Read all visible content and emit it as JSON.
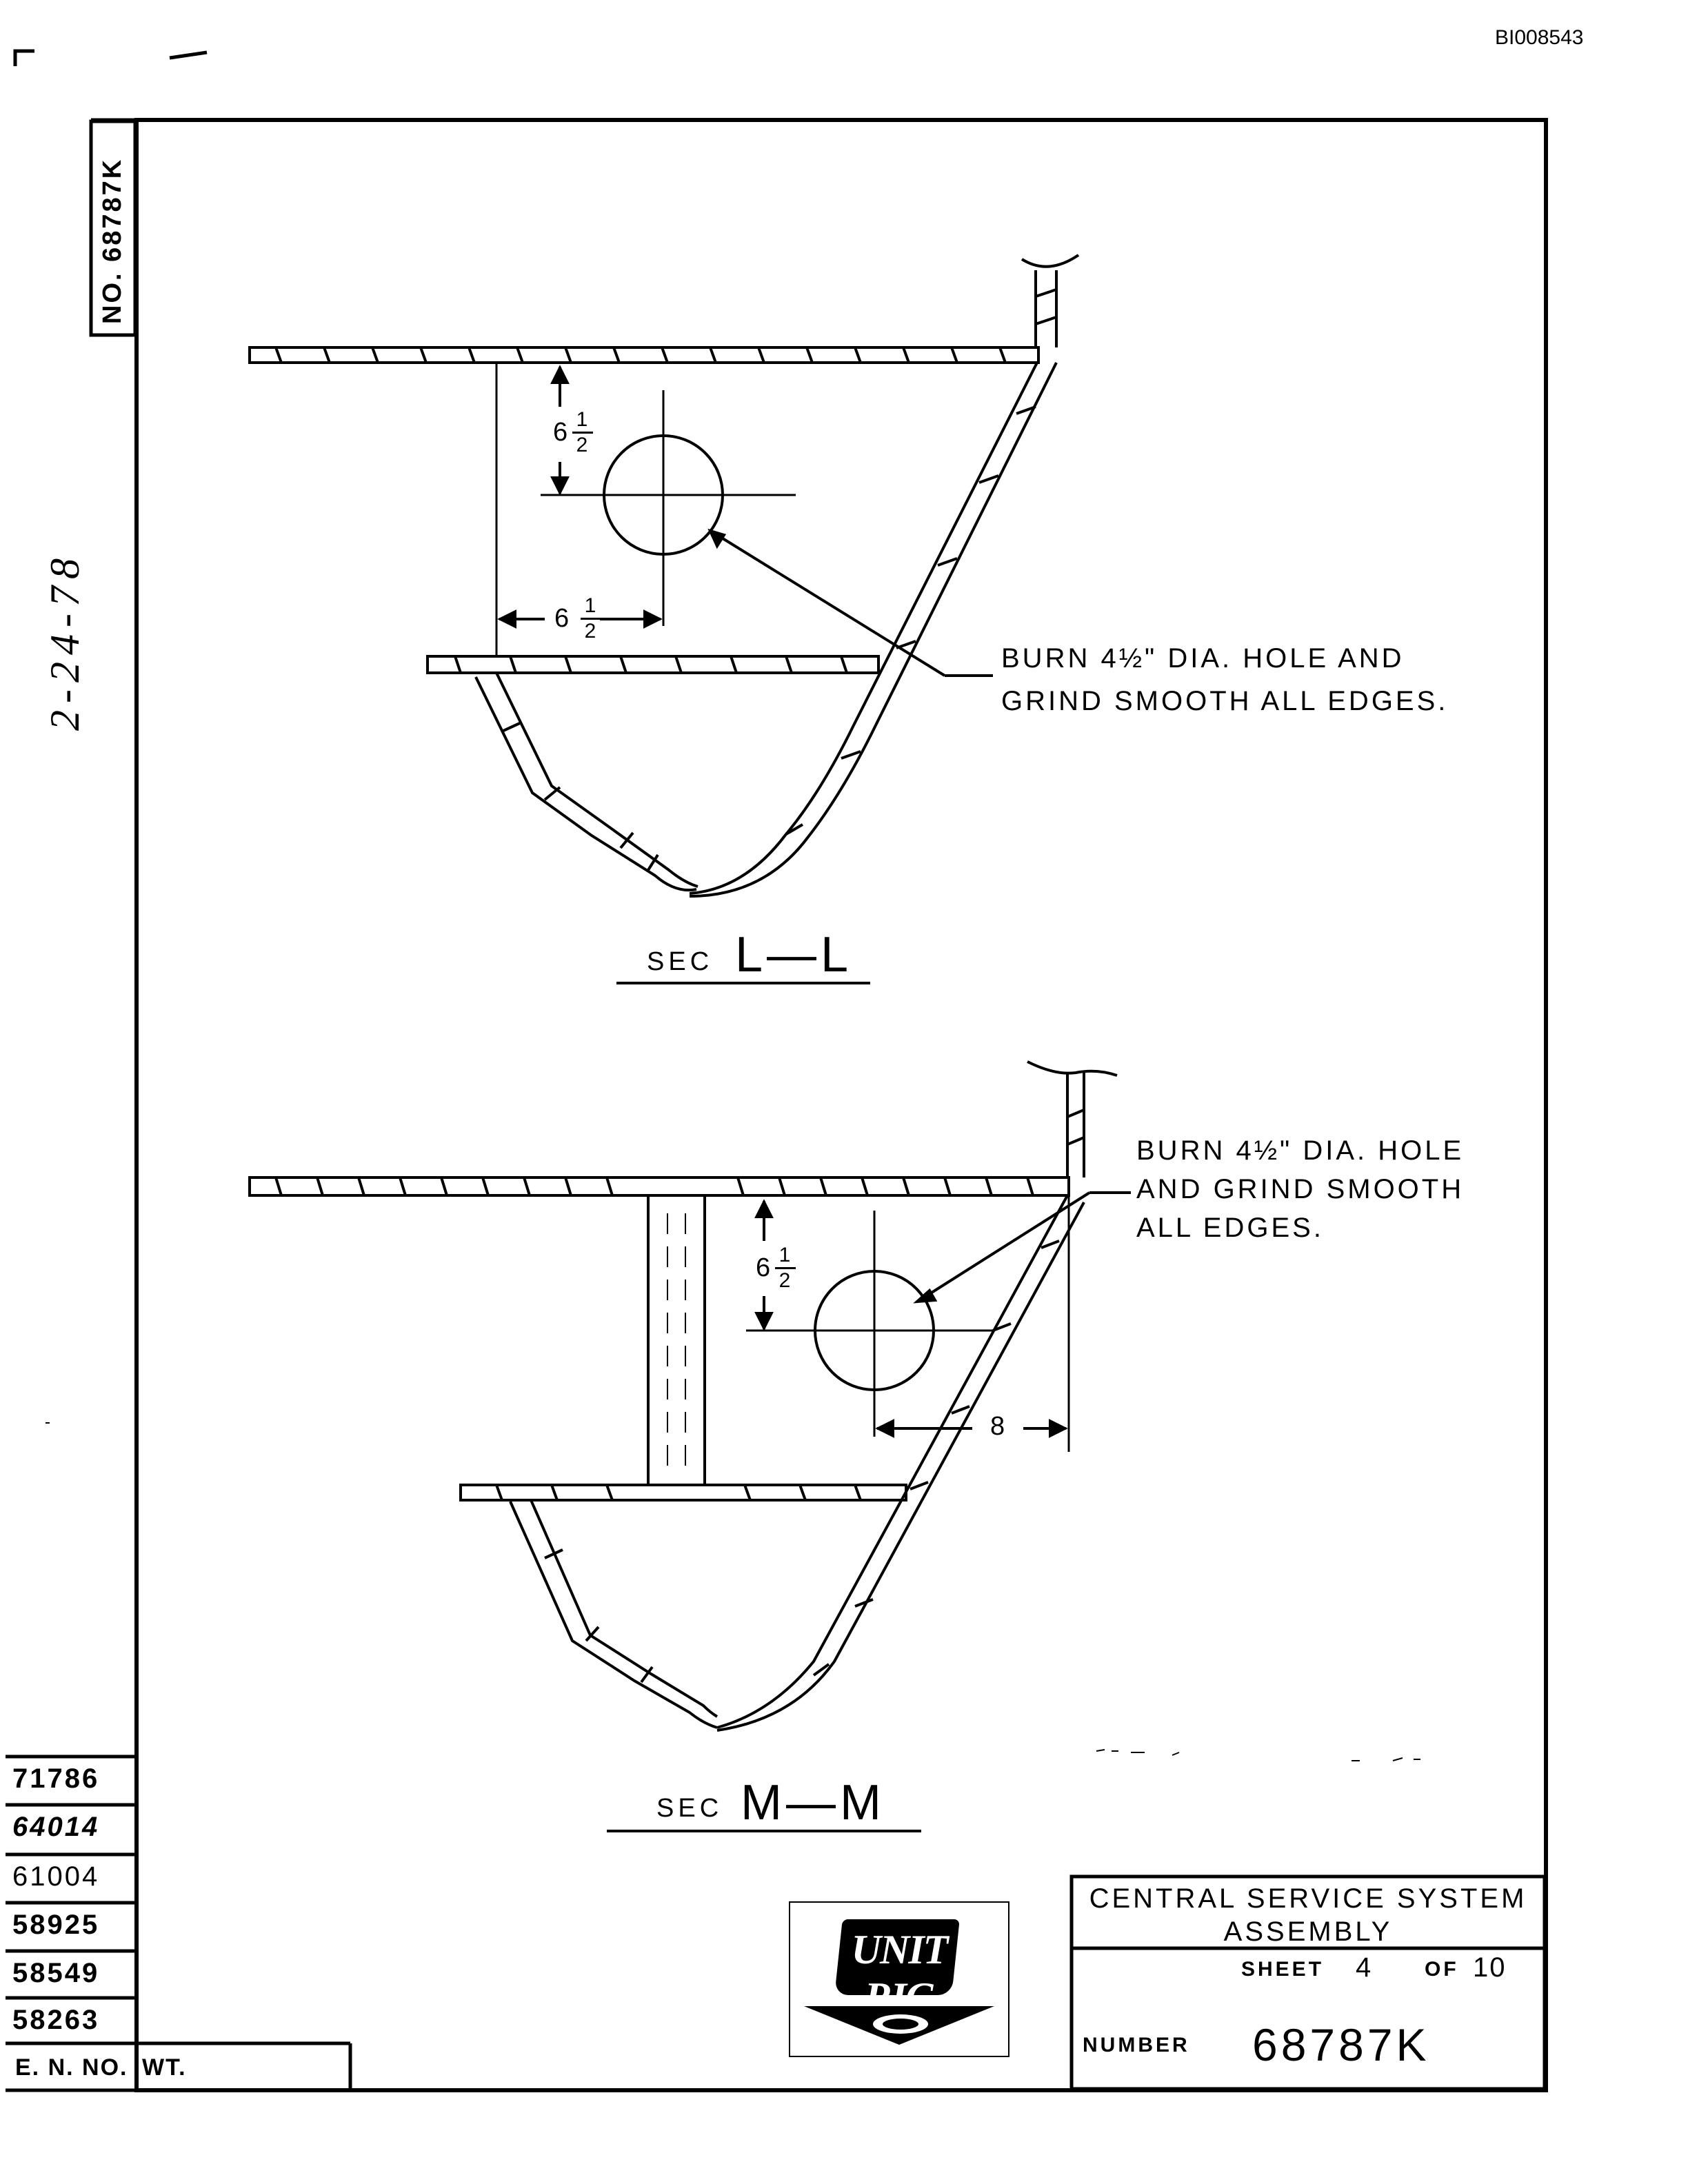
{
  "document_id": "BI008543",
  "side_label": "NO. 68787K",
  "handwritten_note": "2-24-78",
  "sections": [
    {
      "title_prefix": "SEC",
      "title": "L—L",
      "dimension_vertical": {
        "whole": "6",
        "num": "1",
        "den": "2"
      },
      "dimension_horizontal": {
        "whole": "6",
        "num": "1",
        "den": "2"
      },
      "note_line1": "BURN 4½\" DIA. HOLE AND",
      "note_line2": "GRIND SMOOTH ALL EDGES."
    },
    {
      "title_prefix": "SEC",
      "title": "M—M",
      "dimension_vertical": {
        "whole": "6",
        "num": "1",
        "den": "2"
      },
      "dimension_horizontal": "8",
      "note_line1": "BURN 4½\" DIA. HOLE",
      "note_line2": "AND GRIND SMOOTH",
      "note_line3": "ALL EDGES."
    }
  ],
  "revision_numbers": [
    "71786",
    "64014",
    "61004",
    "58925",
    "58549",
    "58263"
  ],
  "revision_header": {
    "en_no": "E. N. NO.",
    "wt": "WT."
  },
  "logo": {
    "text": "UNIT RIG"
  },
  "title_block": {
    "line1": "CENTRAL  SERVICE  SYSTEM",
    "line2": "ASSEMBLY",
    "sheet_label": "SHEET",
    "sheet_value": "4",
    "of_label": "OF",
    "of_value": "10",
    "number_label": "NUMBER",
    "number_value": "68787K"
  }
}
